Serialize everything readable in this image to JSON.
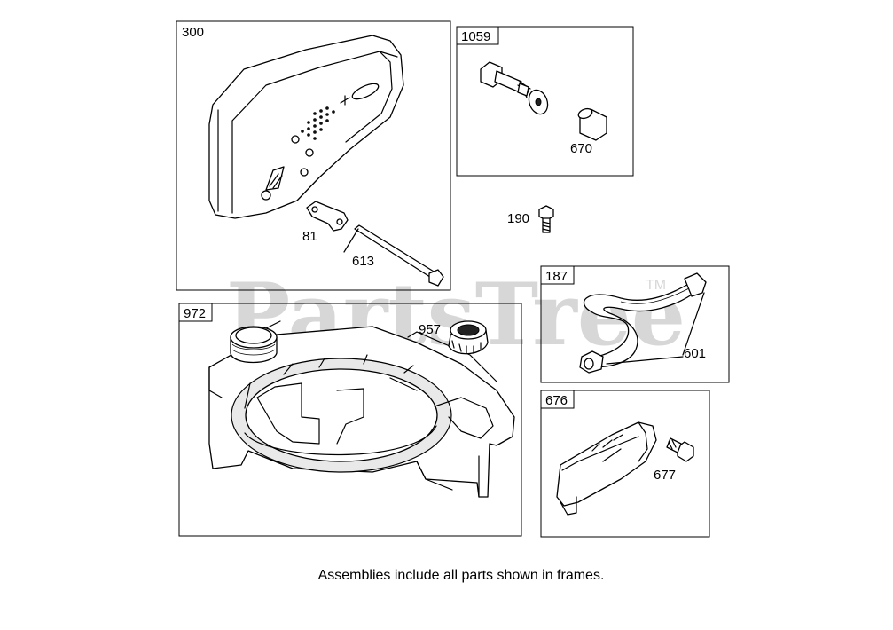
{
  "watermark": {
    "text": "PartsTree",
    "trademark": "TM"
  },
  "frames": [
    {
      "id": "300",
      "parts": [
        "81",
        "613"
      ]
    },
    {
      "id": "1059",
      "parts": [
        "670"
      ]
    },
    {
      "id": "187",
      "parts": [
        "601"
      ]
    },
    {
      "id": "972",
      "parts": [
        "957"
      ]
    },
    {
      "id": "676",
      "parts": [
        "677"
      ]
    }
  ],
  "loose_parts": [
    "190"
  ],
  "caption": "Assemblies include all parts shown in frames."
}
